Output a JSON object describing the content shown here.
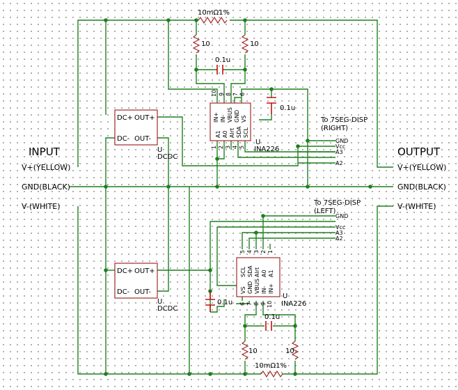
{
  "labels": {
    "input": "INPUT",
    "output": "OUTPUT",
    "in_vplus": "V+(YELLOW)",
    "in_gnd": "GND(BLACK)",
    "in_vminus": "V-(WHITE)",
    "out_vplus": "V+(YELLOW)",
    "out_gnd": "GND(BLACK)",
    "out_vminus": "V-(WHITE)"
  },
  "top": {
    "shunt": "10mΩ1%",
    "r1": "10",
    "r2": "10",
    "cap": "0.1u",
    "cap_vs": "0.1u",
    "ic_u": "U",
    "ic_name": "INA226",
    "ic_pins_top": [
      "IN+",
      "IN-",
      "VBUS",
      "GND",
      "VS"
    ],
    "ic_pins_bottom": [
      "A1",
      "A0",
      "Alrt",
      "SDA",
      "SCL"
    ],
    "pin_nums_top": [
      "10",
      "9",
      "8",
      "7",
      "6"
    ],
    "pin_nums_bottom": [
      "1",
      "2",
      "3",
      "4",
      "5"
    ],
    "dcdc_in": "DC+",
    "dcdc_out_p": "OUT+",
    "dcdc_gnd": "DC-",
    "dcdc_out_n": "OUT-",
    "dcdc_u": "U",
    "dcdc_name": "DCDC",
    "disp_title": "To 7SEG-DISP",
    "disp_sub": "(RIGHT)",
    "disp_pins": [
      "GND",
      "Vcc",
      "A3",
      "A2"
    ]
  },
  "bottom": {
    "shunt": "10mΩ1%",
    "r1": "10",
    "r2": "10",
    "cap": "0.1u",
    "cap_vs": "0.1u",
    "ic_u": "U",
    "ic_name": "INA226",
    "ic_pins_top": [
      "SCL",
      "SDA",
      "Alrt",
      "A0",
      "A1"
    ],
    "ic_pins_bottom": [
      "VS",
      "GND",
      "VBUS",
      "IN-",
      "IN+"
    ],
    "pin_nums_top": [
      "5",
      "4",
      "3",
      "2",
      "1"
    ],
    "pin_nums_bottom": [
      "6",
      "7",
      "8",
      "9",
      "10"
    ],
    "dcdc_in": "DC+",
    "dcdc_out_p": "OUT+",
    "dcdc_gnd": "DC-",
    "dcdc_out_n": "OUT-",
    "dcdc_u": "U",
    "dcdc_name": "DCDC",
    "disp_title": "To 7SEG-DISP",
    "disp_sub": "(LEFT)",
    "disp_pins": [
      "GND",
      "Vcc",
      "A3",
      "A2"
    ]
  }
}
